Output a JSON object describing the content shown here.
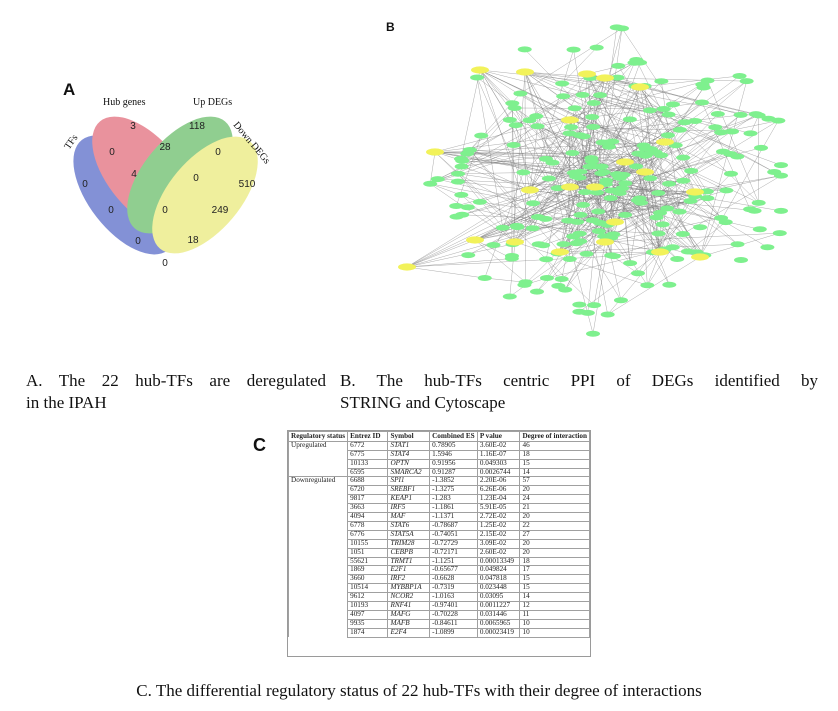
{
  "panels": {
    "a_letter": "A",
    "b_letter": "B",
    "c_letter": "C"
  },
  "venn": {
    "sets": [
      {
        "name": "TFs",
        "color": "#4a5ec4"
      },
      {
        "name": "Hub genes",
        "color": "#e06070"
      },
      {
        "name": "Up DEGs",
        "color": "#5cb85c"
      },
      {
        "name": "Down DEGs",
        "color": "#e8e870"
      }
    ],
    "counts": {
      "tfs_only": "0",
      "hub_only": "3",
      "up_only": "118",
      "down_only": "510",
      "tfs_hub": "0",
      "hub_up": "28",
      "up_down": "0",
      "tfs_hub_up": "4",
      "hub_up_down": "0",
      "tfs_left_lower": "0",
      "center": "0",
      "down_right_lower": "249",
      "tfs_down": "0",
      "lower_right": "18",
      "bottom": "0"
    }
  },
  "captions": {
    "a_line1": "A. The 22 hub-TFs are deregulated",
    "a_line2": "in the IPAH",
    "b_line1": "B. The hub-TFs centric PPI of DEGs identified by",
    "b_line2": "STRING and Cytoscape",
    "c": "C. The differential regulatory status of 22 hub-TFs with their degree of interactions"
  },
  "ppi_colors": {
    "node": "#7ef08e",
    "hub": "#f2f25a",
    "edge": "#7a7a7a"
  },
  "table": {
    "headers": {
      "status": "Regulatory status",
      "entrez": "Entrez ID",
      "symbol": "Symbol",
      "es": "Combined ES",
      "p": "P value",
      "degree": "Degree of interaction"
    },
    "groups": [
      {
        "status": "Upregulated",
        "rows": [
          [
            "6772",
            "STAT1",
            "0.78905",
            "3.60E-02",
            "46"
          ],
          [
            "6775",
            "STAT4",
            "1.5946",
            "1.16E-07",
            "18"
          ],
          [
            "10133",
            "OPTN",
            "0.91956",
            "0.049303",
            "15"
          ],
          [
            "6595",
            "SMARCA2",
            "0.91287",
            "0.0026744",
            "14"
          ]
        ]
      },
      {
        "status": "Downregulated",
        "rows": [
          [
            "6688",
            "SPI1",
            "-1.3852",
            "2.20E-06",
            "57"
          ],
          [
            "6720",
            "SREBF1",
            "-1.3275",
            "6.26E-06",
            "20"
          ],
          [
            "9817",
            "KEAP1",
            "-1.283",
            "1.23E-04",
            "24"
          ],
          [
            "3663",
            "IRF5",
            "-1.1861",
            "5.91E-05",
            "21"
          ],
          [
            "4094",
            "MAF",
            "-1.1371",
            "2.72E-02",
            "20"
          ],
          [
            "6778",
            "STAT6",
            "-0.78687",
            "1.25E-02",
            "22"
          ],
          [
            "6776",
            "STAT5A",
            "-0.74051",
            "2.15E-02",
            "27"
          ],
          [
            "10155",
            "TRIM28",
            "-0.72729",
            "3.09E-02",
            "20"
          ],
          [
            "1051",
            "CEBPB",
            "-0.72171",
            "2.60E-02",
            "20"
          ],
          [
            "55621",
            "TRMT1",
            "-1.1251",
            "0.00013349",
            "18"
          ],
          [
            "1869",
            "E2F1",
            "-0.65677",
            "0.049824",
            "17"
          ],
          [
            "3660",
            "IRF2",
            "-0.6628",
            "0.047818",
            "15"
          ],
          [
            "10514",
            "MYBBP1A",
            "-0.7319",
            "0.023448",
            "15"
          ],
          [
            "9612",
            "NCOR2",
            "-1.0163",
            "0.03095",
            "14"
          ],
          [
            "10193",
            "RNF41",
            "-0.97401",
            "0.0011227",
            "12"
          ],
          [
            "4097",
            "MAFG",
            "-0.70228",
            "0.031446",
            "11"
          ],
          [
            "9935",
            "MAFB",
            "-0.84611",
            "0.0065965",
            "10"
          ],
          [
            "1874",
            "E2F4",
            "-1.0899",
            "0.00023419",
            "10"
          ]
        ]
      }
    ]
  }
}
